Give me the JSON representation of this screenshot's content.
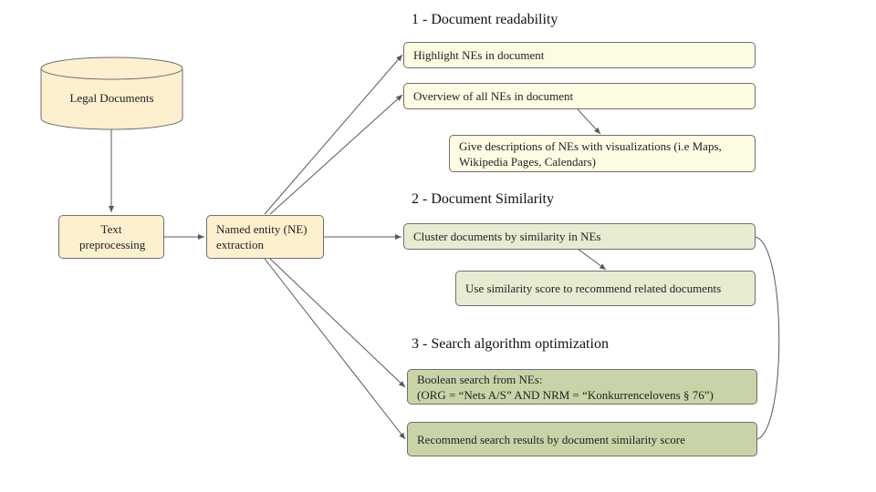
{
  "nodes": {
    "legal_documents": "Legal Documents",
    "text_preprocessing": "Text preprocessing",
    "ne_extraction": "Named entity (NE) extraction"
  },
  "sections": [
    {
      "heading": "1 - Document readability",
      "items": [
        "Highlight NEs in document",
        "Overview of all NEs in document",
        "Give descriptions of NEs with visualizations (i.e Maps, Wikipedia Pages, Calendars)"
      ]
    },
    {
      "heading": "2 - Document Similarity",
      "items": [
        "Cluster documents by similarity in NEs",
        "Use similarity score to recommend related documents"
      ]
    },
    {
      "heading": "3 - Search algorithm optimization",
      "items": [
        "Boolean search from NEs:",
        "(ORG = “Nets A/S” AND NRM = “Konkurrencelovens § 76”)",
        "Recommend search results by document similarity score"
      ]
    }
  ],
  "colors": {
    "pipeline": "#fdf0cf",
    "readability": "#fefbe3",
    "similarity": "#e6ecd1",
    "search": "#c8d4a7",
    "border": "#6f6f6f",
    "connector": "#595959"
  }
}
